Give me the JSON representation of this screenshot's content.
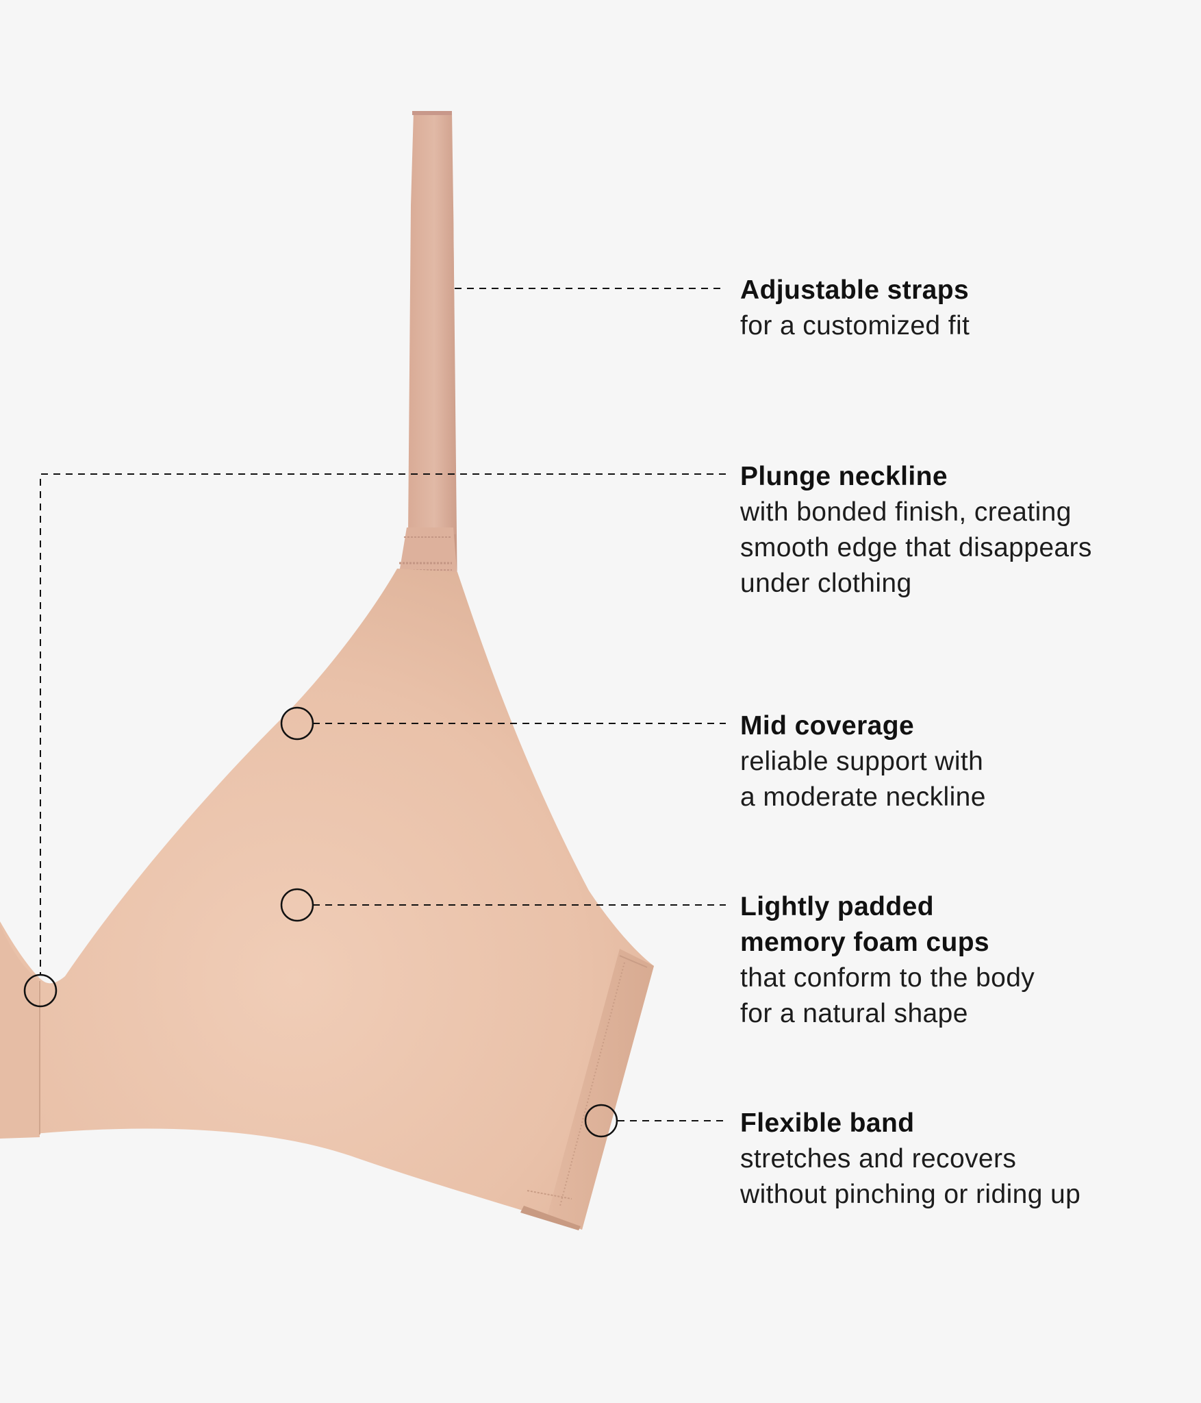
{
  "colors": {
    "background": "#f6f6f6",
    "fabric": "#e8c2ab",
    "fabric_shadow": "#d7a98f",
    "strap": "#d8aa96",
    "text": "#111111",
    "line": "#111111"
  },
  "features": [
    {
      "id": "adjustable-straps",
      "title_lines": [
        "Adjustable straps"
      ],
      "desc_lines": [
        "for a customized fit"
      ]
    },
    {
      "id": "plunge-neckline",
      "title_lines": [
        "Plunge neckline"
      ],
      "desc_lines": [
        "with bonded finish, creating",
        "smooth edge that disappears",
        "under clothing"
      ]
    },
    {
      "id": "mid-coverage",
      "title_lines": [
        "Mid coverage"
      ],
      "desc_lines": [
        "reliable support with",
        "a moderate neckline"
      ]
    },
    {
      "id": "lightly-padded",
      "title_lines": [
        "Lightly padded",
        "memory foam cups"
      ],
      "desc_lines": [
        "that conform to the body",
        "for a natural shape"
      ]
    },
    {
      "id": "flexible-band",
      "title_lines": [
        "Flexible band"
      ],
      "desc_lines": [
        "stretches and recovers",
        "without pinching or riding up"
      ]
    }
  ]
}
